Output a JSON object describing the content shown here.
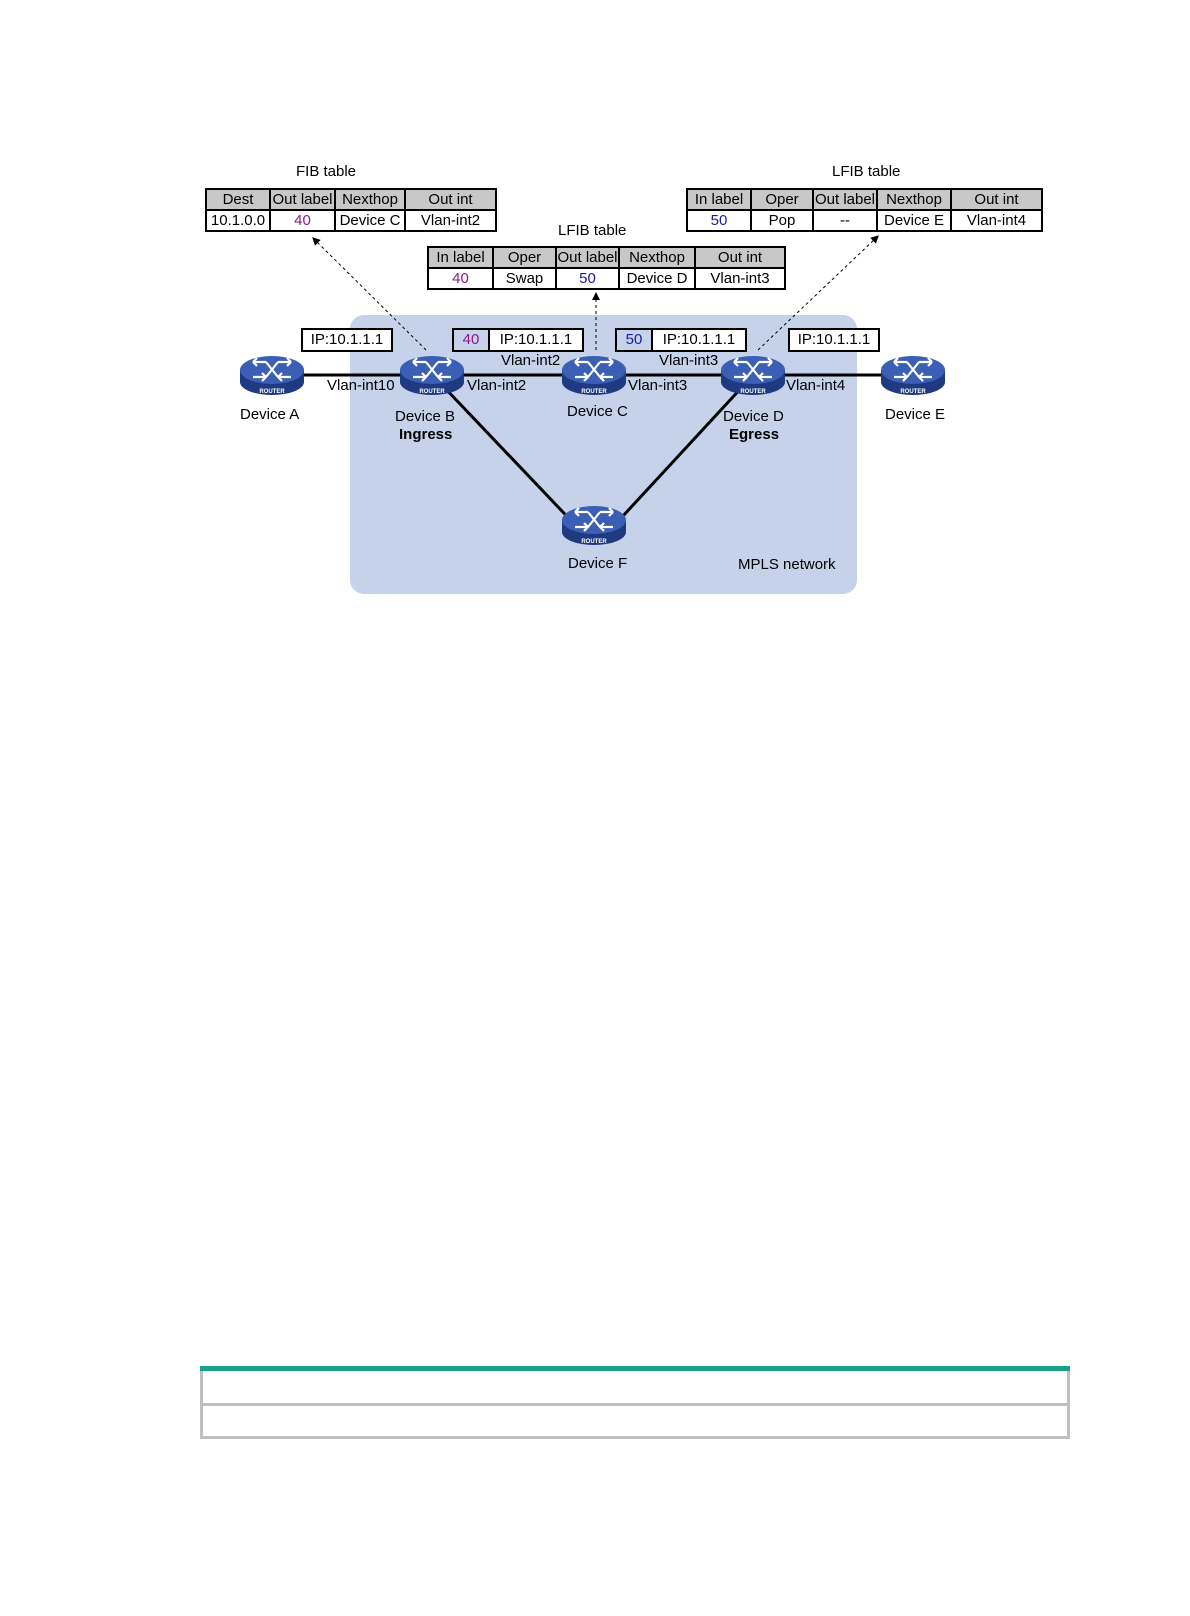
{
  "colors": {
    "mpls_bg": "#c6d1ea",
    "label_40": "#8b1a8b",
    "label_50": "#1a1aa0",
    "router": "#2f4e9e",
    "footer_rule": "#1aa088",
    "footer_border": "#bfbfbf"
  },
  "fib": {
    "title": "FIB table",
    "headers": [
      "Dest",
      "Out label",
      "Nexthop",
      "Out int"
    ],
    "row": [
      "10.1.0.0",
      "40",
      "Device C",
      "Vlan-int2"
    ]
  },
  "lfib_c": {
    "title": "LFIB table",
    "headers": [
      "In label",
      "Oper",
      "Out label",
      "Nexthop",
      "Out int"
    ],
    "row": [
      "40",
      "Swap",
      "50",
      "Device D",
      "Vlan-int3"
    ]
  },
  "lfib_d": {
    "title": "LFIB table",
    "headers": [
      "In label",
      "Oper",
      "Out label",
      "Nexthop",
      "Out int"
    ],
    "row": [
      "50",
      "Pop",
      "--",
      "Device E",
      "Vlan-int4"
    ]
  },
  "packets": {
    "p1": {
      "ip": "IP:10.1.1.1"
    },
    "p2": {
      "label": "40",
      "ip": "IP:10.1.1.1"
    },
    "p3": {
      "label": "50",
      "ip": "IP:10.1.1.1"
    },
    "p4": {
      "ip": "IP:10.1.1.1"
    }
  },
  "devices": {
    "a": {
      "name": "Device A"
    },
    "b": {
      "name": "Device B",
      "role": "Ingress"
    },
    "c": {
      "name": "Device C"
    },
    "d": {
      "name": "Device D",
      "role": "Egress"
    },
    "e": {
      "name": "Device E"
    },
    "f": {
      "name": "Device F"
    }
  },
  "router_badge": "ROUTER",
  "interfaces": {
    "b_left": "Vlan-int10",
    "b_right": "Vlan-int2",
    "c_left": "Vlan-int2",
    "c_right": "Vlan-int3",
    "d_left": "Vlan-int3",
    "d_right": "Vlan-int4"
  },
  "network_label": "MPLS network",
  "icons": {
    "router": "router-icon",
    "arrow": "dashed-arrow"
  }
}
